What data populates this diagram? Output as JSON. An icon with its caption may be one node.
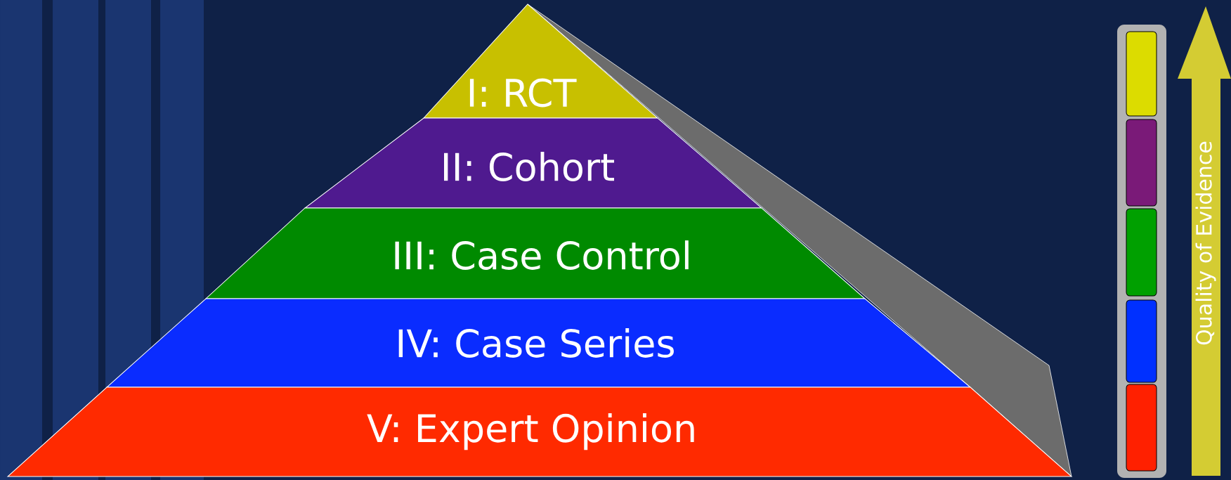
{
  "diagram": {
    "nodes": [
      {
        "text": [
          "I: RCT"
        ]
      },
      {
        "text": [
          "II: Cohort"
        ]
      },
      {
        "text": [
          "III: Case Control"
        ]
      },
      {
        "text": [
          "IV: Case Series"
        ]
      },
      {
        "text": [
          "V: Expert Opinion"
        ]
      },
      {
        "text": [],
        "shape": "box"
      },
      {
        "text": [],
        "shape": "box"
      },
      {
        "text": [],
        "shape": "box"
      },
      {
        "text": [],
        "shape": "box"
      },
      {
        "text": [],
        "shape": "box"
      },
      {
        "text": [
          "Quality of Evidence"
        ]
      }
    ]
  }
}
